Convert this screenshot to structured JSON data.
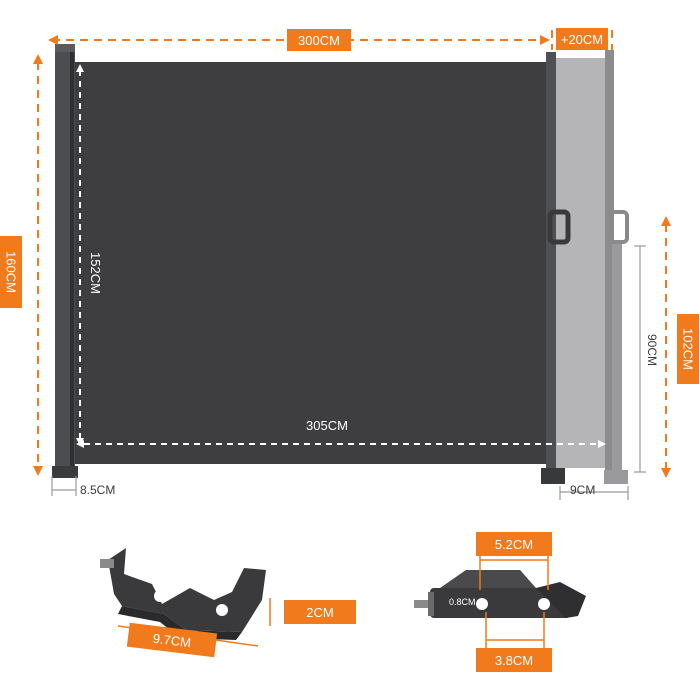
{
  "colors": {
    "accent": "#f07a1c",
    "screen": "#3f3f41",
    "frame": "#505154",
    "extension": "#a9a9ab",
    "bracket": "#3b3b3d"
  },
  "dimensions": {
    "total_width": "300CM",
    "extension": "+20CM",
    "total_height": "160CM",
    "screen_height": "152CM",
    "screen_length": "305CM",
    "pole_height": "102CM",
    "pole_inner": "90CM",
    "post_width": "8.5CM",
    "pole_base": "9CM"
  },
  "bracket_left": {
    "length": "9.7CM",
    "width": "2CM"
  },
  "bracket_right": {
    "hole_spacing": "5.2CM",
    "hole_diameter": "0.8CM",
    "inner_spacing": "3.8CM"
  }
}
